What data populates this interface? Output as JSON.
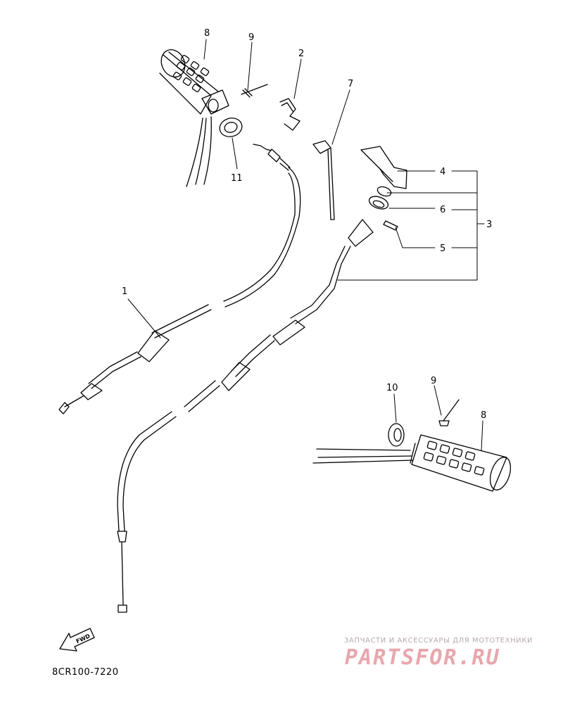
{
  "diagram": {
    "part_code": "8CR100-7220",
    "watermark": {
      "subtitle": "ЗАПЧАСТИ И АКСЕССУАРЫ ДЛЯ МОТОТЕХНИКИ",
      "logo": "PARTSFOR.RU"
    },
    "fwd_label": "FWD",
    "callouts": [
      "8",
      "9",
      "2",
      "7",
      "11",
      "4",
      "6",
      "3",
      "5",
      "1",
      "10",
      "9",
      "8"
    ],
    "colors": {
      "line": "#000000",
      "watermark_logo": "#e8a7ad",
      "watermark_text": "#b7a8b0"
    }
  }
}
